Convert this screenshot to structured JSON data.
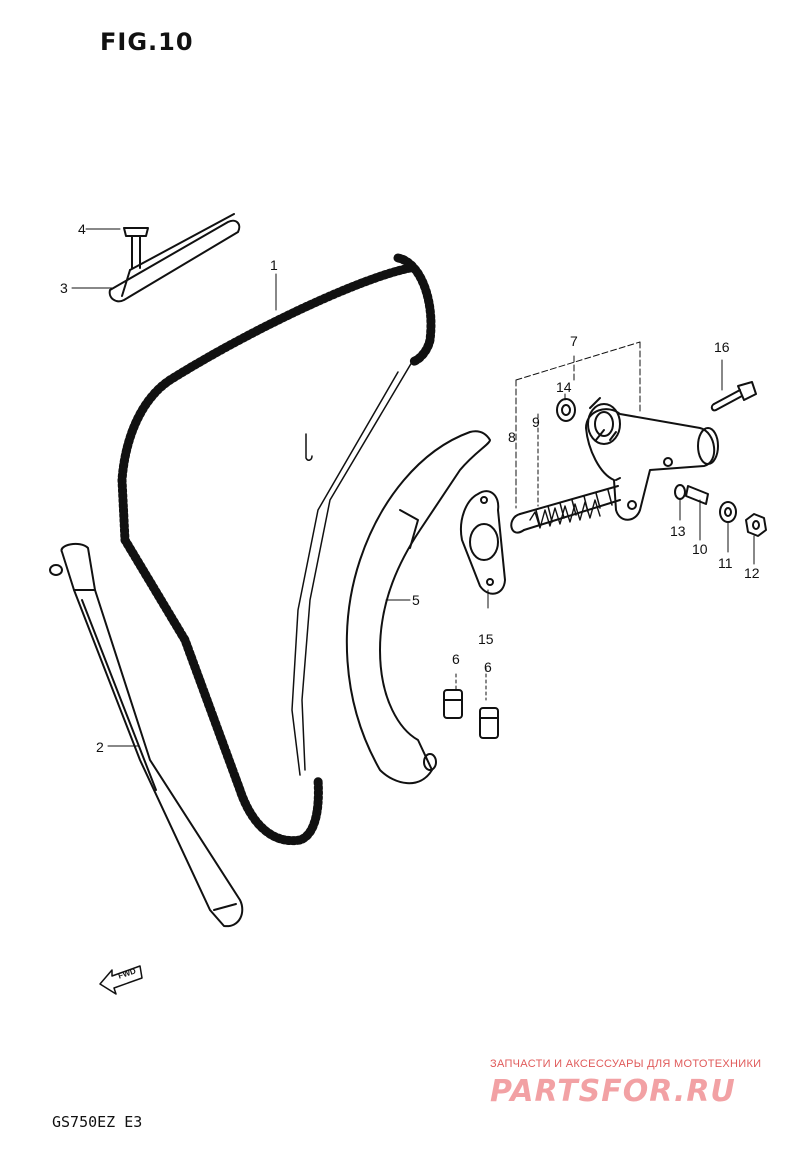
{
  "figure": {
    "title": "FIG.10",
    "model_code": "GS750EZ E3"
  },
  "callouts": [
    {
      "id": "1",
      "label": "1"
    },
    {
      "id": "2",
      "label": "2"
    },
    {
      "id": "3",
      "label": "3"
    },
    {
      "id": "4",
      "label": "4"
    },
    {
      "id": "5",
      "label": "5"
    },
    {
      "id": "6a",
      "label": "6"
    },
    {
      "id": "6b",
      "label": "6"
    },
    {
      "id": "7",
      "label": "7"
    },
    {
      "id": "8",
      "label": "8"
    },
    {
      "id": "9",
      "label": "9"
    },
    {
      "id": "10",
      "label": "10"
    },
    {
      "id": "11",
      "label": "11"
    },
    {
      "id": "12",
      "label": "12"
    },
    {
      "id": "13",
      "label": "13"
    },
    {
      "id": "14",
      "label": "14"
    },
    {
      "id": "15",
      "label": "15"
    },
    {
      "id": "16",
      "label": "16"
    }
  ],
  "forward_arrow": {
    "icon": "forward-arrow-icon",
    "label": "FWD"
  },
  "watermark": {
    "tagline": "ЗАПЧАСТИ И АКСЕССУАРЫ ДЛЯ МОТОТЕХНИКИ",
    "logo_text": "PARTSFOR.RU",
    "color": "#e8555a"
  }
}
